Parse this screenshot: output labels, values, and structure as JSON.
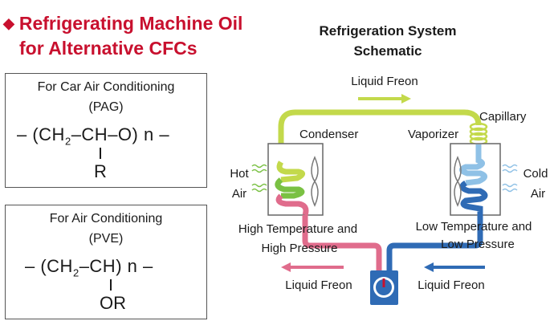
{
  "heading": {
    "bullet": "◆",
    "line1": "Refrigerating Machine Oil",
    "line2": "for Alternative CFCs"
  },
  "pag": {
    "title": "For Car Air Conditioning",
    "code": "(PAG)",
    "formula_left": "– (CH",
    "formula_sub": "2",
    "formula_right": "–CH–O) n –",
    "substituent": "R"
  },
  "pve": {
    "title": "For Air Conditioning",
    "code": "(PVE)",
    "formula_left": "– (CH",
    "formula_sub": "2",
    "formula_right": "–CH) n –",
    "substituent": "OR"
  },
  "schematic": {
    "title_line1": "Refrigeration System",
    "title_line2": "Schematic",
    "liquid_freon_top": "Liquid Freon",
    "capillary": "Capillary",
    "condenser": "Condenser",
    "vaporizer": "Vaporizer",
    "hot": "Hot",
    "air_left": "Air",
    "cold": "Cold",
    "air_right": "Air",
    "high_line1": "High Temperature and",
    "high_line2": "High Pressure",
    "low_line1": "Low Temperature and",
    "low_line2": "Low Pressure",
    "liquid_freon_left": "Liquid Freon",
    "liquid_freon_right": "Liquid Freon",
    "colors": {
      "hot_pipe": "#c3d94b",
      "condenser_coil": "#7ac143",
      "hot_red": "#e06c8c",
      "cold_blue": "#2f6bb5",
      "vaporizer_coil": "#8fc1e6",
      "heading_red": "#c8102e"
    }
  }
}
